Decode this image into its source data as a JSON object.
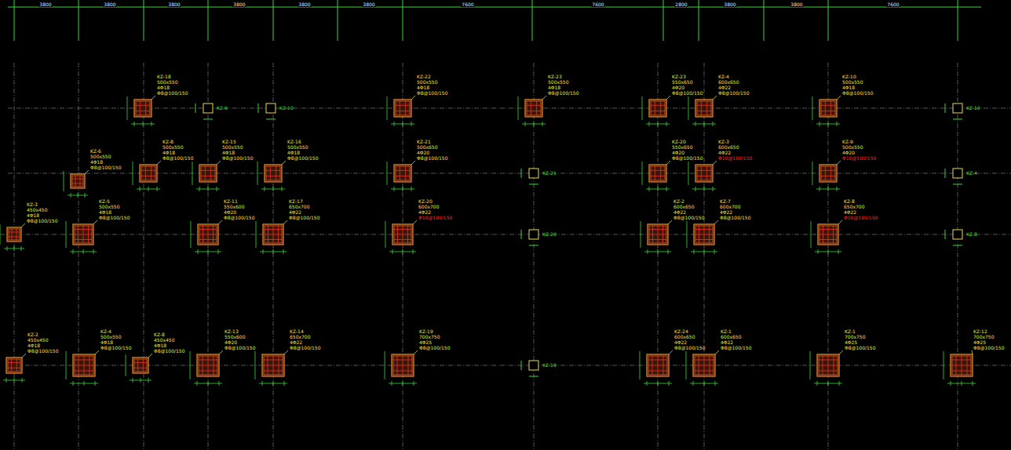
{
  "diagram": {
    "labels": [
      "3800",
      "3800",
      "3800",
      "3800",
      "3800",
      "3800",
      "7600",
      "7600",
      "2800",
      "3800",
      "3800",
      "7600",
      "KZ-18",
      "500x550",
      "4Φ18",
      "Φ8@100/150",
      "KZ-9",
      "KZ-10",
      "KZ-22",
      "500x550",
      "4Φ18",
      "Φ8@100/150",
      "KZ-23",
      "500x550",
      "4Φ18",
      "Φ8@100/150",
      "KZ-23",
      "550x650",
      "4Φ20",
      "Φ8@100/150",
      "KZ-4",
      "600x650",
      "4Φ22",
      "Φ8@100/150",
      "KZ-10",
      "500x550",
      "4Φ18",
      "Φ8@100/150",
      "KZ-10",
      "KZ-6",
      "500x550",
      "4Φ18",
      "Φ8@100/150",
      "KZ-8",
      "500x550",
      "4Φ18",
      "Φ8@100/150",
      "KZ-15",
      "500x550",
      "4Φ18",
      "Φ8@100/150",
      "KZ-16",
      "500x550",
      "4Φ18",
      "Φ8@100/150",
      "KZ-21",
      "500x650",
      "4Φ20",
      "Φ8@100/150",
      "KZ-21",
      "KZ-20",
      "550x650",
      "4Φ20",
      "Φ8@100/150",
      "KZ-3",
      "600x650",
      "4Φ22",
      "Φ10@100/150",
      "KZ-9",
      "500x550",
      "4Φ20",
      "Φ10@100/150",
      "KZ-4",
      "KZ-3",
      "450x450",
      "4Φ18",
      "Φ8@100/150",
      "KZ-5",
      "500x550",
      "4Φ18",
      "Φ8@100/150",
      "KZ-11",
      "550x600",
      "4Φ20",
      "Φ8@100/150",
      "KZ-17",
      "650x700",
      "4Φ22",
      "Φ8@100/150",
      "KZ-20",
      "600x700",
      "4Φ22",
      "Φ10@100/150",
      "KZ-20",
      "KZ-2",
      "600x650",
      "4Φ22",
      "Φ8@100/150",
      "KZ-7",
      "600x700",
      "4Φ22",
      "Φ8@100/150",
      "KZ-8",
      "650x700",
      "4Φ22",
      "Φ10@100/150",
      "KZ-8",
      "KZ-2",
      "450x450",
      "4Φ18",
      "Φ8@100/150",
      "KZ-4",
      "500x550",
      "4Φ18",
      "Φ8@100/150",
      "KZ-8",
      "450x450",
      "4Φ18",
      "Φ8@100/150",
      "KZ-13",
      "550x600",
      "4Φ20",
      "Φ8@100/150",
      "KZ-14",
      "650x700",
      "4Φ22",
      "Φ8@100/150",
      "KZ-19",
      "700x750",
      "4Φ25",
      "Φ8@100/150",
      "KZ-19",
      "KZ-24",
      "600x650",
      "4Φ22",
      "Φ8@100/150",
      "KZ-1",
      "600x650",
      "4Φ22",
      "Φ8@100/150",
      "KZ-1",
      "700x750",
      "4Φ25",
      "Φ8@100/150",
      "KZ-12",
      "700x750",
      "4Φ25",
      "Φ8@100/150"
    ]
  }
}
